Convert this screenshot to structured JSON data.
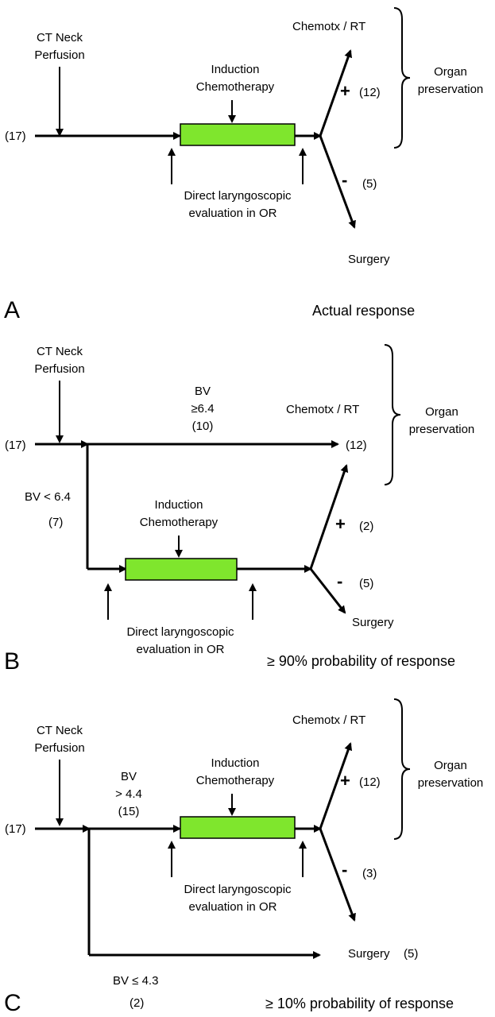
{
  "panel_a": {
    "letter": "A",
    "caption": "Actual response",
    "ct_line1": "CT Neck",
    "ct_line2": "Perfusion",
    "count_in": "(17)",
    "induction_line1": "Induction",
    "induction_line2": "Chemotherapy",
    "eval_line1": "Direct laryngoscopic",
    "eval_line2": "evaluation in OR",
    "chemo_label": "Chemotx / RT",
    "plus": "+",
    "plus_count": "(12)",
    "minus": "-",
    "minus_count": "(5)",
    "surgery_label": "Surgery",
    "organ_line1": "Organ",
    "organ_line2": "preservation"
  },
  "panel_b": {
    "letter": "B",
    "caption": "≥ 90% probability of response",
    "ct_line1": "CT Neck",
    "ct_line2": "Perfusion",
    "count_in": "(17)",
    "bv_high_line1": "BV",
    "bv_high_line2": "≥6.4",
    "bv_high_count": "(10)",
    "chemo_label": "Chemotx / RT",
    "chemo_count": "(12)",
    "organ_line1": "Organ",
    "organ_line2": "preservation",
    "bv_low_label": "BV < 6.4",
    "bv_low_count": "(7)",
    "induction_line1": "Induction",
    "induction_line2": "Chemotherapy",
    "plus": "+",
    "plus_count": "(2)",
    "minus": "-",
    "minus_count": "(5)",
    "surgery_label": "Surgery",
    "eval_line1": "Direct laryngoscopic",
    "eval_line2": "evaluation in OR"
  },
  "panel_c": {
    "letter": "C",
    "caption": "≥ 10% probability of response",
    "ct_line1": "CT Neck",
    "ct_line2": "Perfusion",
    "count_in": "(17)",
    "chemo_label": "Chemotx / RT",
    "bv_high_line1": "BV",
    "bv_high_line2": "> 4.4",
    "bv_high_count": "(15)",
    "induction_line1": "Induction",
    "induction_line2": "Chemotherapy",
    "plus": "+",
    "plus_count": "(12)",
    "minus": "-",
    "minus_count": "(3)",
    "organ_line1": "Organ",
    "organ_line2": "preservation",
    "eval_line1": "Direct laryngoscopic",
    "eval_line2": "evaluation in OR",
    "surgery_label": "Surgery",
    "surgery_count": "(5)",
    "bv_low_label": "BV ≤ 4.3",
    "bv_low_count": "(2)"
  }
}
